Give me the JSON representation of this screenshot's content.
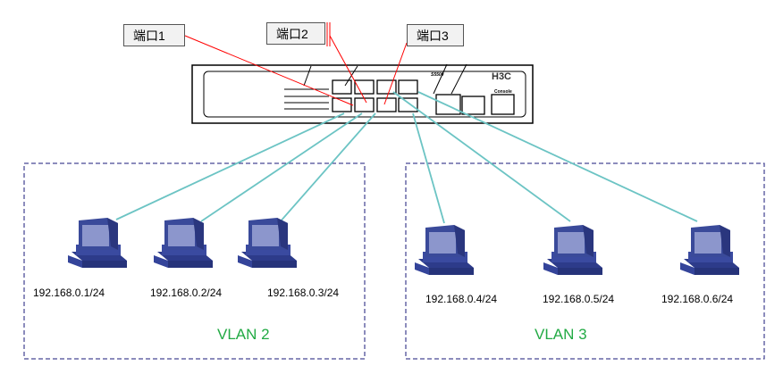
{
  "ports": [
    {
      "label": "端口1"
    },
    {
      "label": "端口2"
    },
    {
      "label": "端口3"
    }
  ],
  "switch": {
    "logo": "H3C",
    "console_label": "Console",
    "model": "S5500"
  },
  "hosts": [
    {
      "ip": "192.168.0.1/24",
      "vlan": "VLAN 2"
    },
    {
      "ip": "192.168.0.2/24",
      "vlan": "VLAN 2"
    },
    {
      "ip": "192.168.0.3/24",
      "vlan": "VLAN 2"
    },
    {
      "ip": "192.168.0.4/24",
      "vlan": "VLAN 3"
    },
    {
      "ip": "192.168.0.5/24",
      "vlan": "VLAN 3"
    },
    {
      "ip": "192.168.0.6/24",
      "vlan": "VLAN 3"
    }
  ],
  "vlans": [
    {
      "label": "VLAN 2"
    },
    {
      "label": "VLAN 3"
    }
  ],
  "colors": {
    "port_pointer": "#ff0000",
    "link": "#6cc4c4",
    "vlan_border": "#1a1a7a",
    "vlan_text": "#22aa44",
    "pc": "#3a4a9a"
  }
}
